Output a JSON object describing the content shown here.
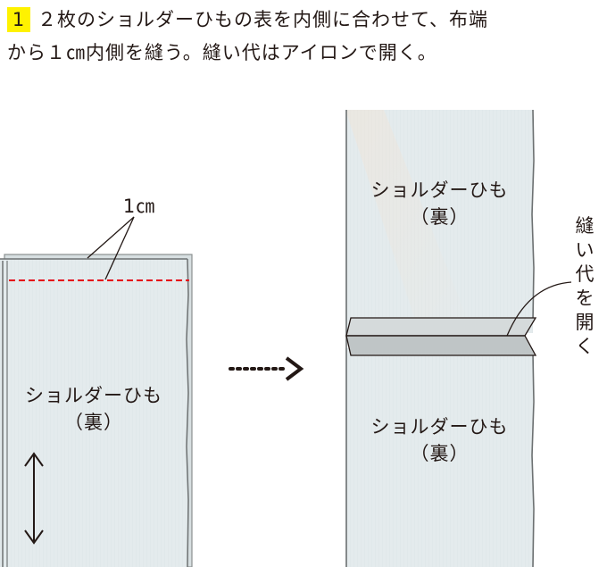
{
  "step": {
    "number": "1",
    "line1": "２枚のショルダーひもの表を内側に合わせて、布端",
    "line2": "から１㎝内側を縫う。縫い代はアイロンで開く。"
  },
  "left_panel": {
    "measure_label": "1㎝",
    "strap_label_line1": "ショルダーひも",
    "strap_label_line2": "（裏）"
  },
  "right_panel": {
    "top_label_line1": "ショルダーひも",
    "top_label_line2": "（裏）",
    "bottom_label_line1": "ショルダーひも",
    "bottom_label_line2": "（裏）",
    "callout_chars": [
      "縫",
      "い",
      "代",
      "を",
      "開",
      "く"
    ]
  },
  "colors": {
    "highlight": "#fff200",
    "stitch": "#e60012",
    "fabric": "#e4ebed",
    "seam_allowance": "#c9cfcf",
    "outline": "#231815"
  }
}
